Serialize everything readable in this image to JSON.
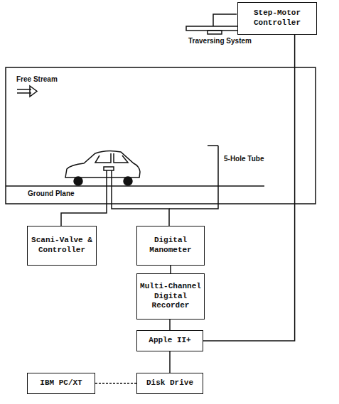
{
  "diagram": {
    "nodes": [
      {
        "text": [
          "Step-Motor Controller"
        ]
      },
      {
        "text": [
          "Scani-Valve & Controller"
        ]
      },
      {
        "text": [
          "Digital Manometer"
        ]
      },
      {
        "text": [
          "Multi-Channel Digital Recorder"
        ]
      },
      {
        "text": [
          "Apple II+"
        ]
      },
      {
        "text": [
          "IBM PC/XT"
        ]
      },
      {
        "text": [
          "Disk Drive"
        ]
      }
    ],
    "edges": [
      {
        "from": 0,
        "to": 4,
        "arrow": "none"
      },
      {
        "from": 2,
        "to": 3,
        "arrow": "none"
      },
      {
        "from": 3,
        "to": 4,
        "arrow": "none"
      },
      {
        "from": 4,
        "to": 6,
        "arrow": "none"
      },
      {
        "from": 5,
        "to": 6,
        "arrow": "none"
      }
    ],
    "labels": [
      "Traversing System",
      "Free Stream",
      "5-Hole Tube",
      "Ground Plane"
    ]
  }
}
